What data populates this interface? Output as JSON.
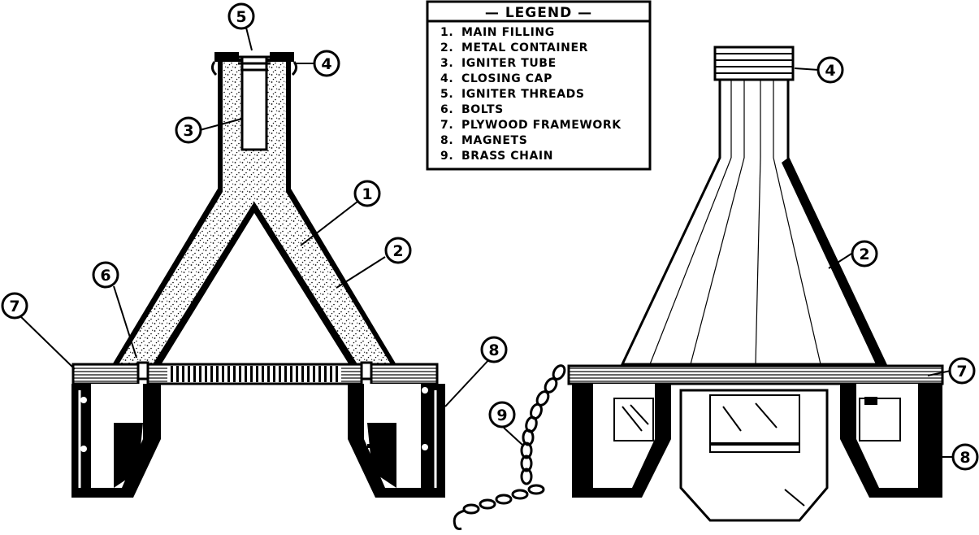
{
  "legend": {
    "title": "— LEGEND —",
    "items": [
      {
        "num": "1.",
        "label": "MAIN FILLING"
      },
      {
        "num": "2.",
        "label": "METAL CONTAINER"
      },
      {
        "num": "3.",
        "label": "IGNITER TUBE"
      },
      {
        "num": "4.",
        "label": "CLOSING CAP"
      },
      {
        "num": "5.",
        "label": "IGNITER THREADS"
      },
      {
        "num": "6.",
        "label": "BOLTS"
      },
      {
        "num": "7.",
        "label": "PLYWOOD FRAMEWORK"
      },
      {
        "num": "8.",
        "label": "MAGNETS"
      },
      {
        "num": "9.",
        "label": "BRASS CHAIN"
      }
    ]
  },
  "callouts": {
    "c1": "1",
    "c2a": "2",
    "c2b": "2",
    "c3": "3",
    "c4a": "4",
    "c4b": "4",
    "c5": "5",
    "c6": "6",
    "c7a": "7",
    "c7b": "7",
    "c8a": "8",
    "c8b": "8",
    "c9": "9"
  },
  "colors": {
    "ink": "#000000",
    "paper": "#ffffff"
  }
}
